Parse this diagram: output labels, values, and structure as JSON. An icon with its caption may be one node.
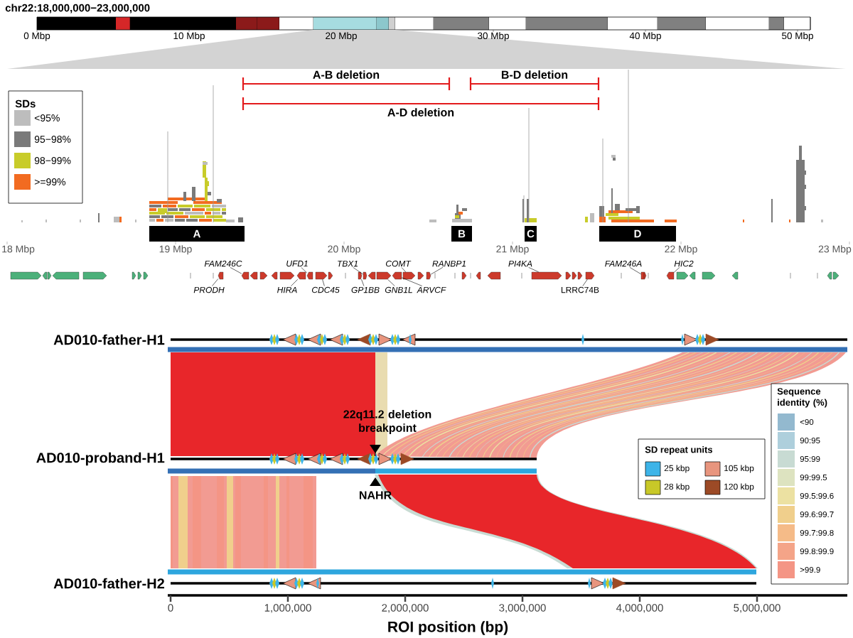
{
  "diagram": {
    "title": "chr22:18,000,000−23,000,000",
    "nodes": [
      {
        "text": [
          "A"
        ]
      },
      {
        "text": [
          "B"
        ]
      },
      {
        "text": [
          "C"
        ]
      },
      {
        "text": [
          "D"
        ]
      },
      {
        "text": [
          "FAM246C"
        ]
      },
      {
        "text": [
          "UFD1"
        ]
      },
      {
        "text": [
          "TBX1"
        ]
      },
      {
        "text": [
          "COMT"
        ]
      },
      {
        "text": [
          "RANBP1"
        ]
      },
      {
        "text": [
          "PI4KA"
        ]
      },
      {
        "text": [
          "FAM246A"
        ]
      },
      {
        "text": [
          "HIC2"
        ]
      },
      {
        "text": [
          "PRODH"
        ]
      },
      {
        "text": [
          "HIRA"
        ]
      },
      {
        "text": [
          "CDC45"
        ]
      },
      {
        "text": [
          "GP1BB"
        ]
      },
      {
        "text": [
          "GNB1L"
        ]
      },
      {
        "text": [
          "ARVCF"
        ]
      },
      {
        "text": [
          "LRRC74B"
        ]
      },
      {
        "text": [],
        "shape": "pentagon"
      },
      {
        "text": [],
        "shape": "pentagon"
      },
      {
        "text": [],
        "shape": "pentagon"
      },
      {
        "text": [],
        "shape": "pentagon"
      },
      {
        "text": [],
        "shape": "pentagon"
      },
      {
        "text": [],
        "shape": "pentagon"
      },
      {
        "text": [],
        "shape": "pentagon"
      },
      {
        "text": [],
        "shape": "pentagon"
      },
      {
        "text": [],
        "shape": "pentagon"
      },
      {
        "text": [],
        "shape": "pentagon"
      },
      {
        "text": [],
        "shape": "pentagon"
      },
      {
        "text": [],
        "shape": "pentagon"
      },
      {
        "text": [],
        "shape": "pentagon"
      },
      {
        "text": [],
        "shape": "pentagon"
      },
      {
        "text": [],
        "shape": "pentagon"
      }
    ],
    "edges": [
      {
        "from": 4,
        "to": 20,
        "arrow": "none"
      },
      {
        "from": 5,
        "to": 22,
        "arrow": "none"
      },
      {
        "from": 6,
        "to": 25,
        "arrow": "none"
      },
      {
        "from": 7,
        "to": 28,
        "arrow": "none"
      },
      {
        "from": 8,
        "to": 29,
        "arrow": "none"
      },
      {
        "from": 9,
        "to": 30,
        "arrow": "none"
      },
      {
        "from": 10,
        "to": 32,
        "arrow": "none"
      },
      {
        "from": 11,
        "to": 33,
        "arrow": "none"
      },
      {
        "from": 12,
        "to": 19,
        "arrow": "none"
      },
      {
        "from": 13,
        "to": 21,
        "arrow": "none"
      },
      {
        "from": 14,
        "to": 23,
        "arrow": "none"
      },
      {
        "from": 15,
        "to": 24,
        "arrow": "none"
      },
      {
        "from": 16,
        "to": 26,
        "arrow": "none"
      },
      {
        "from": 17,
        "to": 27,
        "arrow": "none"
      },
      {
        "from": 18,
        "to": 31,
        "arrow": "none"
      }
    ],
    "labels": [
      "0 Mbp",
      "10 Mbp",
      "20 Mbp",
      "30 Mbp",
      "40 Mbp",
      "50 Mbp",
      "A-B deletion",
      "B-D deletion",
      "A-D deletion",
      "SDs",
      "18 Mbp",
      "19 Mbp",
      "20 Mbp",
      "21 Mbp",
      "22 Mbp",
      "23 Mbp",
      "AD010-father-H1",
      "22q11.2 deletion breakpoint",
      "Sequence identity (%)",
      "SD repeat units",
      "AD010-proband-H1",
      "NAHR",
      "AD010-father-H2",
      "0",
      "1,000,000",
      "2,000,000",
      "3,000,000",
      "4,000,000",
      "5,000,000",
      "ROI position (bp)"
    ],
    "legend": [
      {
        "text": "<95%",
        "color": "#bdbdbd"
      },
      {
        "text": "95−98%",
        "color": "#7a7a7a"
      },
      {
        "text": "98−99%",
        "color": "#c8cc2a"
      },
      {
        "text": ">=99%",
        "color": "#f26b21"
      },
      {
        "text": "25 kbp",
        "color": "#3db4e8"
      },
      {
        "text": "28 kbp",
        "color": "#c8c828"
      },
      {
        "text": "105 kbp",
        "color": "#e8957e"
      },
      {
        "text": "120 kbp",
        "color": "#9c4a26"
      },
      {
        "text": "<90",
        "color": "#93b9cf"
      },
      {
        "text": "90:95",
        "color": "#aecfdc"
      },
      {
        "text": "95:99",
        "color": "#c8dbd3"
      },
      {
        "text": "99:99.5",
        "color": "#dde3c0"
      },
      {
        "text": "99.5:99.6",
        "color": "#ece1a2"
      },
      {
        "text": "99.6:99.7",
        "color": "#f0cf8c"
      },
      {
        "text": "99.7:99.8",
        "color": "#f5bb88"
      },
      {
        "text": "99.8:99.9",
        "color": "#f4a488"
      },
      {
        "text": ">99.9",
        "color": "#f49585"
      }
    ]
  }
}
